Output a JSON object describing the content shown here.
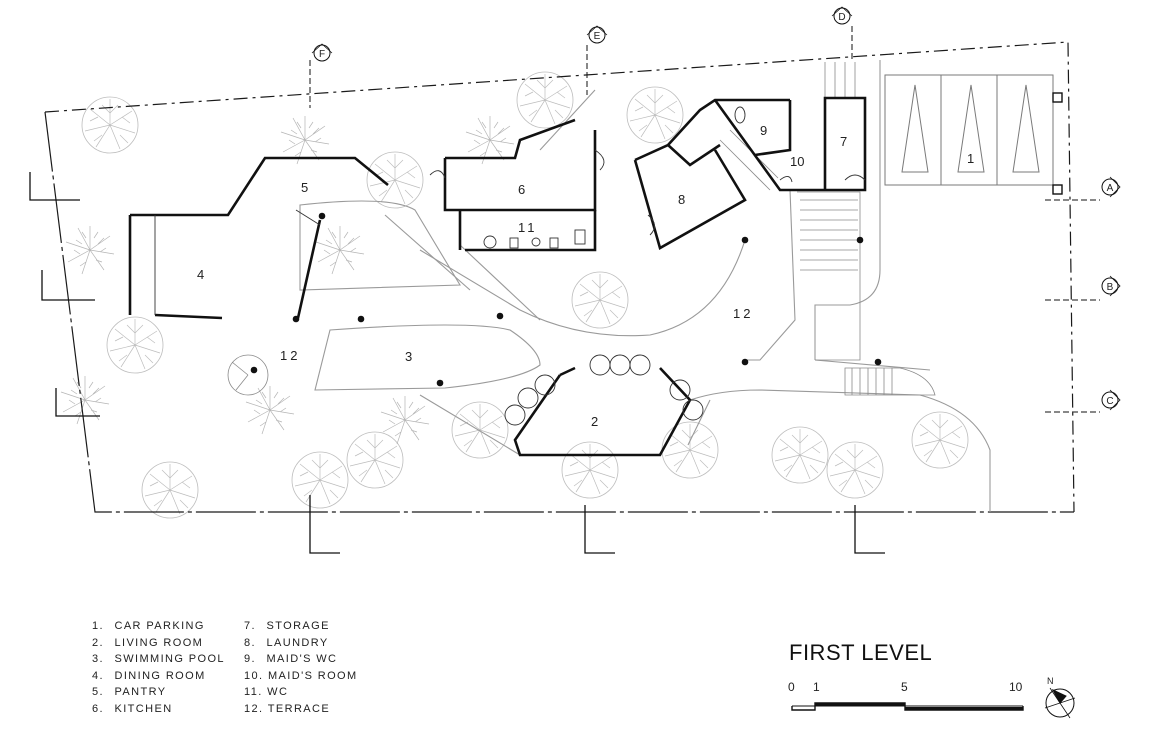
{
  "drawing": {
    "title": "FIRST LEVEL",
    "legend": [
      {
        "num": "1.",
        "label": "CAR PARKING"
      },
      {
        "num": "2.",
        "label": "LIVING ROOM"
      },
      {
        "num": "3.",
        "label": "SWIMMING POOL"
      },
      {
        "num": "4.",
        "label": "DINING ROOM"
      },
      {
        "num": "5.",
        "label": "PANTRY"
      },
      {
        "num": "6.",
        "label": "KITCHEN"
      },
      {
        "num": "7.",
        "label": "STORAGE"
      },
      {
        "num": "8.",
        "label": "LAUNDRY"
      },
      {
        "num": "9.",
        "label": "MAID'S WC"
      },
      {
        "num": "10.",
        "label": "MAID'S ROOM"
      },
      {
        "num": "11.",
        "label": "WC"
      },
      {
        "num": "12.",
        "label": "TERRACE"
      }
    ],
    "room_labels": {
      "r1": "1",
      "r2": "2",
      "r3": "3",
      "r4": "4",
      "r5": "5",
      "r6": "6",
      "r7": "7",
      "r8": "8",
      "r9": "9",
      "r10": "10",
      "r11": "11",
      "r12a": "12",
      "r12b": "12"
    },
    "grid_markers": {
      "a": "A",
      "b": "B",
      "c": "C",
      "d": "D",
      "e": "E",
      "f": "F"
    },
    "scale_bar": {
      "ticks": [
        "0",
        "1",
        "5",
        "10"
      ]
    },
    "north_label": "N",
    "colors": {
      "line": "#1a1a1a",
      "soft": "#9a9a9a",
      "tree": "#b8b8b8"
    }
  }
}
